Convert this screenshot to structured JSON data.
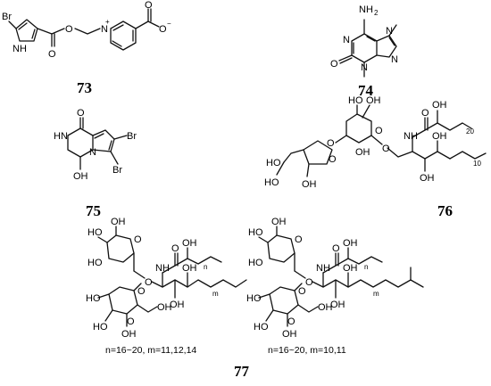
{
  "compounds": [
    {
      "number": "73",
      "atoms": {
        "br": "Br",
        "nh": "H",
        "n": "N",
        "o1": "O",
        "o2": "O",
        "o3": "O",
        "o4": "O",
        "nplus": "N",
        "plus": "+",
        "minus": "−"
      }
    },
    {
      "number": "74",
      "atoms": {
        "nh2": "NH",
        "two": "2",
        "n1": "N",
        "n2": "N",
        "n3": "N",
        "n4": "N",
        "o": "O"
      }
    },
    {
      "number": "75",
      "atoms": {
        "o": "O",
        "hn": "HN",
        "n": "N",
        "br1": "Br",
        "br2": "Br",
        "oh": "OH"
      }
    },
    {
      "number": "76",
      "atoms": {
        "oh_top1": "HO",
        "oh_top2": "OH",
        "o_ring1": "O",
        "o_ring2": "O",
        "o_link": "O",
        "ho_left": "HO",
        "ho_left2": "HO",
        "oh_mid": "OH",
        "oh_bot": "OH",
        "o_gly": "O",
        "nh": "NH",
        "o_amide": "O",
        "oh_acyl": "OH",
        "oh_chain": "OH",
        "oh_chain2": "OH",
        "sub20": "20",
        "sub10": "10"
      }
    },
    {
      "number": "77",
      "left": {
        "atoms": {
          "ho1": "HO",
          "oh1": "OH",
          "o1": "O",
          "ho2": "HO",
          "o2": "O",
          "o_am": "O",
          "oh_ac": "OH",
          "nh": "NH",
          "oh2": "OH",
          "oh3": "OH",
          "sub_n": "n",
          "sub_m": "m",
          "o3": "O",
          "ho3": "HO",
          "ho4": "HO",
          "oh4": "OH",
          "oh5": "OH",
          "o4": "O"
        },
        "caption": "n=16~20, m=11,12,14"
      },
      "right": {
        "atoms": {
          "ho1": "HO",
          "oh1": "OH",
          "o1": "O",
          "ho2": "HO",
          "o2": "O",
          "o_am": "O",
          "oh_ac": "OH",
          "nh": "NH",
          "oh2": "OH",
          "oh3": "OH",
          "sub_n": "n",
          "sub_m": "m",
          "o3": "O",
          "ho3": "HO",
          "ho4": "HO",
          "oh4": "OH",
          "oh5": "OH",
          "o4": "O"
        },
        "caption": "n=16~20, m=10,11"
      }
    }
  ]
}
